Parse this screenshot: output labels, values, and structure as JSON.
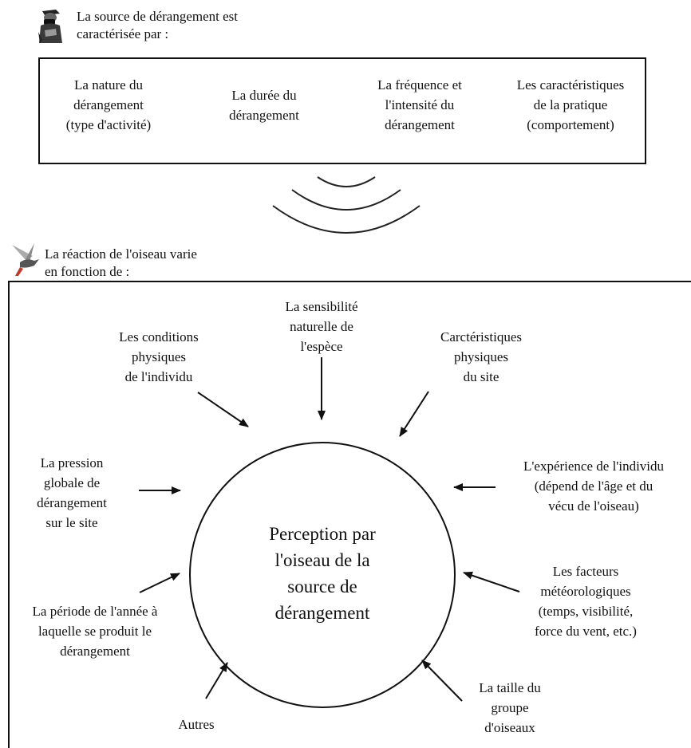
{
  "source_section": {
    "header": "La source de dérangement est caractérisée par :",
    "items": [
      [
        "La nature du",
        "dérangement",
        "(type d'activité)"
      ],
      [
        "La durée du",
        "dérangement"
      ],
      [
        "La fréquence et",
        "l'intensité du",
        "dérangement"
      ],
      [
        "Les caractéristiques",
        "de la pratique",
        "(comportement)"
      ]
    ]
  },
  "reaction_section": {
    "header": "La réaction de l'oiseau varie en fonction de :",
    "center": [
      "Perception par",
      "l'oiseau de la",
      "source de",
      "dérangement"
    ],
    "factors": {
      "sensibilite": [
        "La sensibilité",
        "naturelle de",
        "l'espèce"
      ],
      "conditions": [
        "Les conditions",
        "physiques",
        "de l'individu"
      ],
      "site": [
        "Carctéristiques",
        "physiques",
        "du site"
      ],
      "pression": [
        "La pression",
        "globale de",
        "dérangement",
        "sur le site"
      ],
      "experience": [
        "L'expérience de l'individu",
        "(dépend de l'âge et du",
        "vécu de l'oiseau)"
      ],
      "periode": [
        "La période de l'année à",
        "laquelle se produit le",
        "dérangement"
      ],
      "meteo": [
        "Les facteurs",
        "météorologiques",
        "(temps, visibilité,",
        "force du vent, etc.)"
      ],
      "autres": [
        "Autres"
      ],
      "taille": [
        "La taille du",
        "groupe",
        "d'oiseaux"
      ]
    }
  },
  "icons": {
    "source": "person-binoculars-icon",
    "reaction": "bird-icon"
  }
}
